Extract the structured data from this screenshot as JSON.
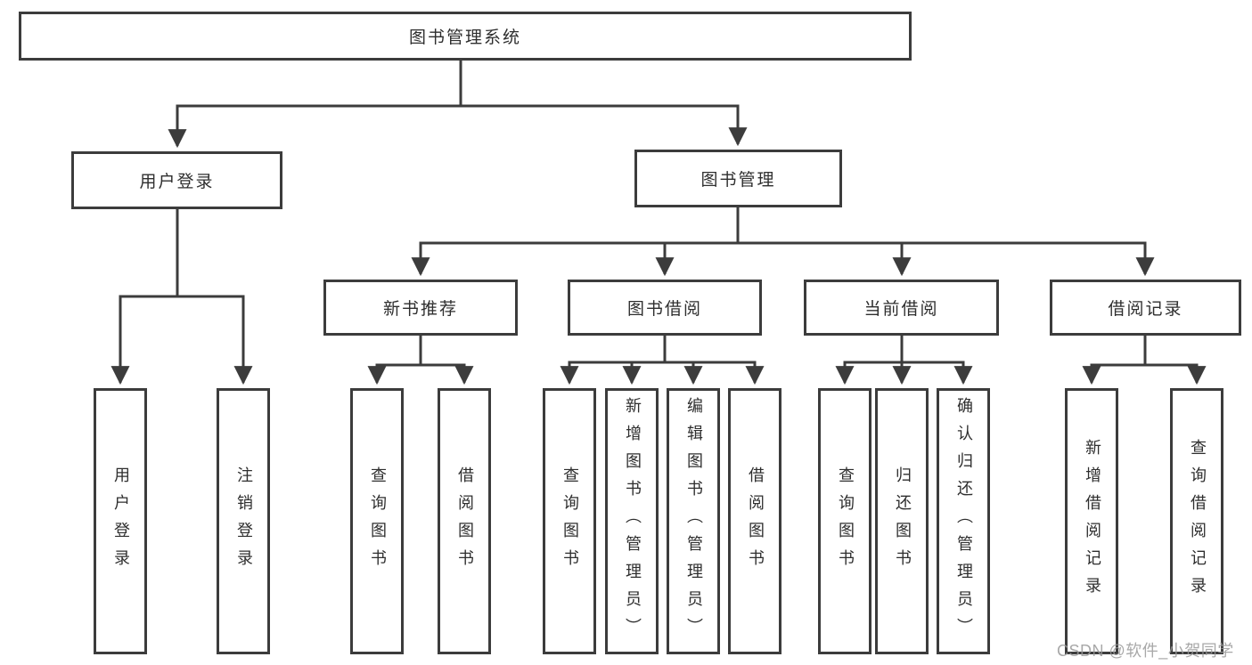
{
  "watermark": "CSDN @软件_小贺同学",
  "colors": {
    "line": "#3c3c3c",
    "box_border": "#3c3c3c",
    "text": "#2e2e2e",
    "background": "#ffffff",
    "watermark": "#999999"
  },
  "tree": {
    "label": "图书管理系统",
    "children": [
      {
        "label": "用户登录",
        "children": [
          {
            "label": "用户登录"
          },
          {
            "label": "注销登录"
          }
        ]
      },
      {
        "label": "图书管理",
        "children": [
          {
            "label": "新书推荐",
            "children": [
              {
                "label": "查询图书"
              },
              {
                "label": "借阅图书"
              }
            ]
          },
          {
            "label": "图书借阅",
            "children": [
              {
                "label": "查询图书"
              },
              {
                "label": "新增图书（管理员）"
              },
              {
                "label": "编辑图书（管理员）"
              },
              {
                "label": "借阅图书"
              }
            ]
          },
          {
            "label": "当前借阅",
            "children": [
              {
                "label": "查询图书"
              },
              {
                "label": "归还图书"
              },
              {
                "label": "确认归还（管理员）"
              }
            ]
          },
          {
            "label": "借阅记录",
            "children": [
              {
                "label": "新增借阅记录"
              },
              {
                "label": "查询借阅记录"
              }
            ]
          }
        ]
      }
    ]
  }
}
